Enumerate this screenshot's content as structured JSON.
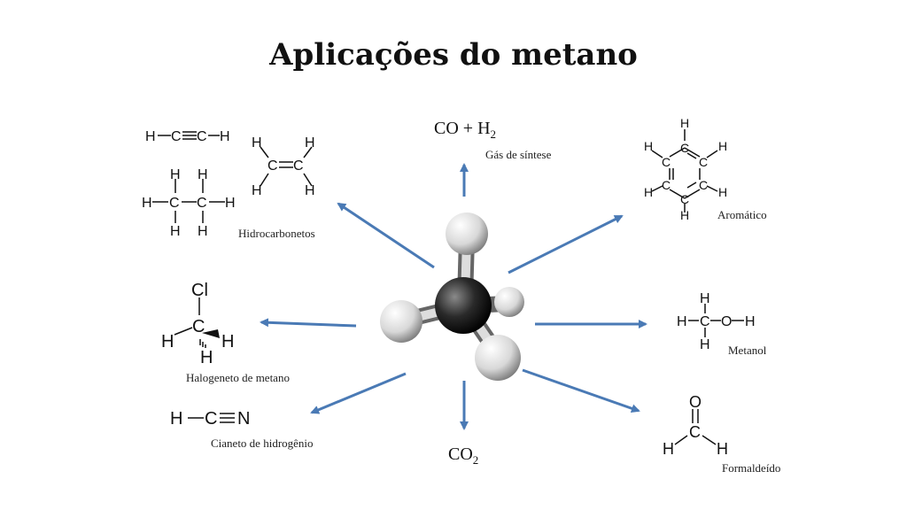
{
  "title": "Aplicações do metano",
  "arrow_color": "#4a7ab5",
  "apps": {
    "synthesis": {
      "formula_a": "CO + H",
      "formula_sub": "2",
      "label": "Gás de síntese"
    },
    "hydrocarbons": {
      "label": "Hidrocarbonetos"
    },
    "aromatic": {
      "label": "Aromático"
    },
    "halogen": {
      "label": "Halogeneto de metano"
    },
    "methanol": {
      "label": "Metanol"
    },
    "cyanide": {
      "label": "Cianeto de hidrogênio"
    },
    "co2": {
      "formula_a": "CO",
      "formula_sub": "2"
    },
    "formaldehyde": {
      "label": "Formaldeído"
    }
  },
  "atoms": {
    "H": "H",
    "C": "C",
    "O": "O",
    "N": "N",
    "Cl": "Cl"
  }
}
